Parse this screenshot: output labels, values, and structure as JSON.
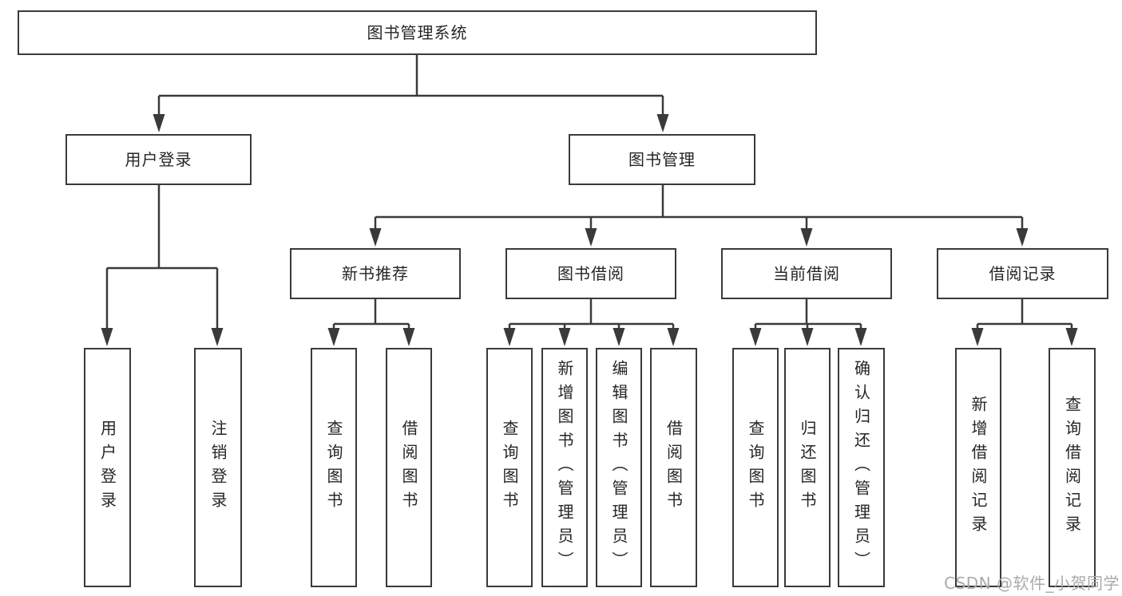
{
  "diagram": {
    "type": "function-structure-chart",
    "root": {
      "label": "图书管理系统",
      "children": [
        {
          "label": "用户登录",
          "children": [
            {
              "label": "用户登录"
            },
            {
              "label": "注销登录"
            }
          ]
        },
        {
          "label": "图书管理",
          "children": [
            {
              "label": "新书推荐",
              "children": [
                {
                  "label": "查询图书"
                },
                {
                  "label": "借阅图书"
                }
              ]
            },
            {
              "label": "图书借阅",
              "children": [
                {
                  "label": "查询图书"
                },
                {
                  "label": "新增图书（管理员）"
                },
                {
                  "label": "编辑图书（管理员）"
                },
                {
                  "label": "借阅图书"
                }
              ]
            },
            {
              "label": "当前借阅",
              "children": [
                {
                  "label": "查询图书"
                },
                {
                  "label": "归还图书"
                },
                {
                  "label": "确认归还（管理员）"
                }
              ]
            },
            {
              "label": "借阅记录",
              "children": [
                {
                  "label": "新增借阅记录"
                },
                {
                  "label": "查询借阅记录"
                }
              ]
            }
          ]
        }
      ]
    }
  },
  "watermark": "CSDN @软件_小贺同学",
  "colors": {
    "line": "#3a3a3a",
    "box_border": "#3a3a3a",
    "box_fill": "#ffffff",
    "text": "#262626",
    "watermark": "#aaaaaa"
  }
}
